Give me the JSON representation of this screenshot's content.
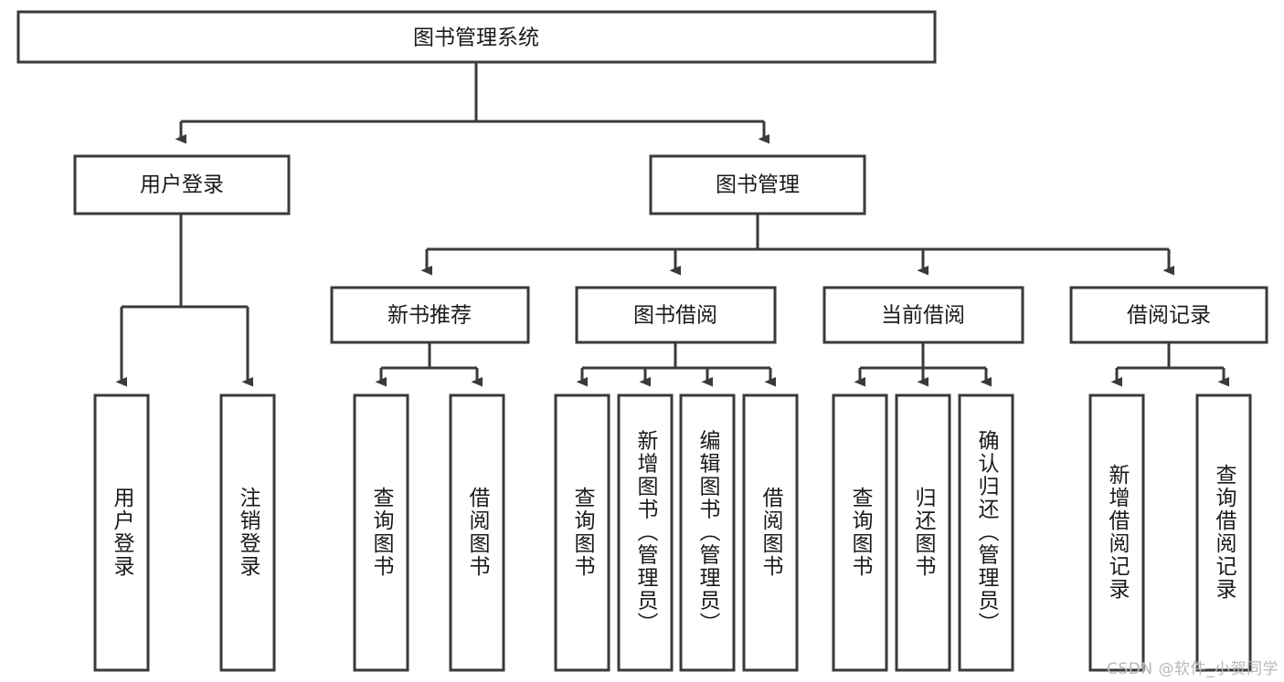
{
  "diagram": {
    "type": "tree-hierarchy-chart",
    "title": "图书管理系统",
    "root": {
      "id": "root",
      "label": "图书管理系统"
    },
    "level2": [
      {
        "id": "user-login",
        "label": "用户登录"
      },
      {
        "id": "book-manage",
        "label": "图书管理"
      }
    ],
    "level3": [
      {
        "id": "new-book-recommend",
        "label": "新书推荐",
        "parent": "book-manage"
      },
      {
        "id": "book-borrow",
        "label": "图书借阅",
        "parent": "book-manage"
      },
      {
        "id": "current-borrow",
        "label": "当前借阅",
        "parent": "book-manage"
      },
      {
        "id": "borrow-record",
        "label": "借阅记录",
        "parent": "book-manage"
      }
    ],
    "leaves": [
      {
        "id": "leaf-user-login",
        "label": "用户登录",
        "parent": "user-login"
      },
      {
        "id": "leaf-logout",
        "label": "注销登录",
        "parent": "user-login"
      },
      {
        "id": "leaf-query-book-1",
        "label": "查询图书",
        "parent": "new-book-recommend"
      },
      {
        "id": "leaf-borrow-book-1",
        "label": "借阅图书",
        "parent": "new-book-recommend"
      },
      {
        "id": "leaf-query-book-2",
        "label": "查询图书",
        "parent": "book-borrow"
      },
      {
        "id": "leaf-add-book",
        "label": "新增图书（管理员）",
        "parent": "book-borrow"
      },
      {
        "id": "leaf-edit-book",
        "label": "编辑图书（管理员）",
        "parent": "book-borrow"
      },
      {
        "id": "leaf-borrow-book-2",
        "label": "借阅图书",
        "parent": "book-borrow"
      },
      {
        "id": "leaf-query-book-3",
        "label": "查询图书",
        "parent": "current-borrow"
      },
      {
        "id": "leaf-return-book",
        "label": "归还图书",
        "parent": "current-borrow"
      },
      {
        "id": "leaf-confirm-return",
        "label": "确认归还（管理员）",
        "parent": "current-borrow"
      },
      {
        "id": "leaf-add-record",
        "label": "新增借阅记录",
        "parent": "borrow-record"
      },
      {
        "id": "leaf-query-record",
        "label": "查询借阅记录",
        "parent": "borrow-record"
      }
    ],
    "colors": {
      "stroke": "#3a3a3a",
      "fill": "#ffffff",
      "text": "#1a1a1a",
      "watermark": "#b8b8b8",
      "background": "#ffffff"
    }
  },
  "watermark": {
    "text": "CSDN @软件_小贺同学"
  }
}
